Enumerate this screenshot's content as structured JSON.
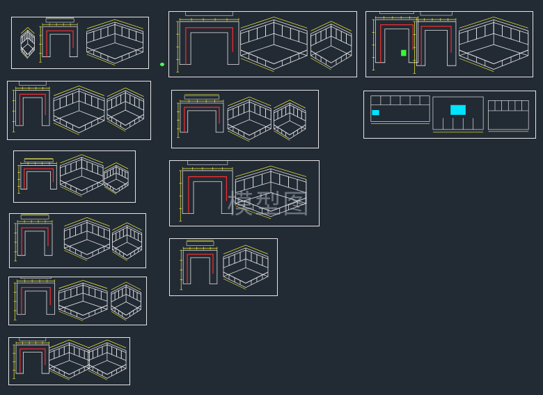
{
  "watermark": "模型图",
  "colors": {
    "background": "#222a34",
    "frame": "#e6e6e6",
    "dimension": "#ffff33",
    "plan_red": "#ff3030",
    "model_white": "#e8e8e8",
    "accent_cyan": "#00e5ff",
    "accent_green": "#33ff33"
  },
  "sheets": [
    {
      "id": "sheet-1"
    },
    {
      "id": "sheet-2"
    },
    {
      "id": "sheet-3"
    },
    {
      "id": "sheet-4"
    },
    {
      "id": "sheet-5"
    },
    {
      "id": "sheet-6"
    },
    {
      "id": "sheet-7"
    },
    {
      "id": "sheet-8"
    },
    {
      "id": "sheet-9"
    },
    {
      "id": "sheet-10"
    },
    {
      "id": "sheet-11"
    },
    {
      "id": "sheet-12"
    },
    {
      "id": "sheet-13"
    }
  ]
}
